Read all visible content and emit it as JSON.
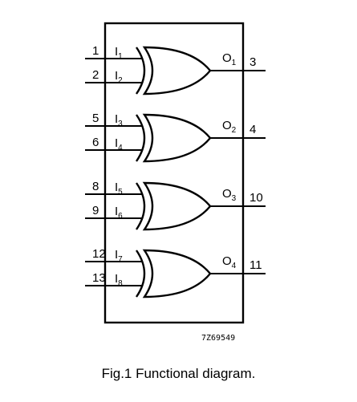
{
  "diagram": {
    "code": "7Z69549",
    "gates": [
      {
        "in_a": {
          "pin": "1",
          "name": "I",
          "sub": "1"
        },
        "in_b": {
          "pin": "2",
          "name": "I",
          "sub": "2"
        },
        "out": {
          "pin": "3",
          "name": "O",
          "sub": "1"
        }
      },
      {
        "in_a": {
          "pin": "5",
          "name": "I",
          "sub": "3"
        },
        "in_b": {
          "pin": "6",
          "name": "I",
          "sub": "4"
        },
        "out": {
          "pin": "4",
          "name": "O",
          "sub": "2"
        }
      },
      {
        "in_a": {
          "pin": "8",
          "name": "I",
          "sub": "5"
        },
        "in_b": {
          "pin": "9",
          "name": "I",
          "sub": "6"
        },
        "out": {
          "pin": "10",
          "name": "O",
          "sub": "3"
        }
      },
      {
        "in_a": {
          "pin": "12",
          "name": "I",
          "sub": "7"
        },
        "in_b": {
          "pin": "13",
          "name": "I",
          "sub": "8"
        },
        "out": {
          "pin": "11",
          "name": "O",
          "sub": "4"
        }
      }
    ]
  },
  "caption": "Fig.1  Functional diagram."
}
